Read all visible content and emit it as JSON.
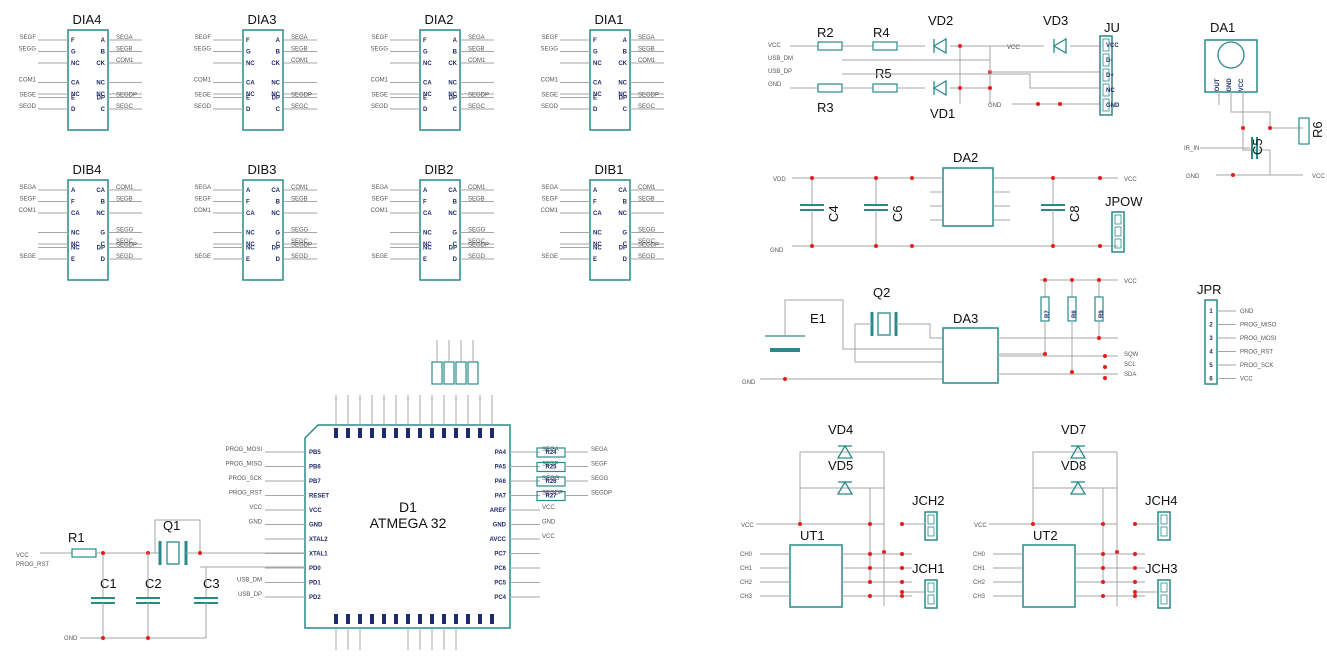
{
  "colors": {
    "part": "#2a8a8a",
    "wire": "#a6a6a6",
    "junction": "#e81c1c",
    "text": "#111111"
  },
  "displays_top": {
    "parts": [
      "DIA4",
      "DIA3",
      "DIA2",
      "DIA1"
    ],
    "left_nets": [
      "SEGF",
      "SEGG",
      "",
      "COM1",
      "",
      "SEGE",
      "SEGD"
    ],
    "right_nets": [
      "SEGA",
      "SEGB",
      "COM1",
      "",
      "",
      "SEGDP",
      "SEGC"
    ],
    "pins_left": [
      "F",
      "G",
      "NC",
      "CA",
      "NC",
      "E",
      "D"
    ],
    "pins_right": [
      "A",
      "B",
      "CK",
      "NC",
      "NC",
      "DP",
      "C"
    ]
  },
  "displays_bottom": {
    "parts": [
      "DIB4",
      "DIB3",
      "DIB2",
      "DIB1"
    ],
    "left_nets": [
      "SEGA",
      "SEGF",
      "COM1",
      "",
      "",
      "",
      "SEGE"
    ],
    "right_nets": [
      "COM1",
      "SEGB",
      "",
      "SEGG",
      "SEGC",
      "SEGDP",
      "SEGD"
    ],
    "pins_left": [
      "A",
      "F",
      "CA",
      "NC",
      "NC",
      "NC",
      "E"
    ],
    "pins_right": [
      "CA",
      "B",
      "NC",
      "G",
      "C",
      "DP",
      "D"
    ]
  },
  "mcu": {
    "ref": "D1",
    "name": "ATMEGA 32",
    "left_pins": [
      "PB5",
      "PB6",
      "PB7",
      "RESET",
      "VCC",
      "GND",
      "XTAL2",
      "XTAL1",
      "PD0",
      "PD1",
      "PD2"
    ],
    "left_nets": [
      "PROG_MOSI",
      "PROG_MISO",
      "PROG_SCK",
      "PROG_RST",
      "VCC",
      "GND",
      "",
      "",
      "",
      "USB_DM",
      "USB_DP"
    ],
    "right_pins": [
      "PA4",
      "PA5",
      "PA6",
      "PA7",
      "AREF",
      "GND",
      "AVCC",
      "PC7",
      "PC6",
      "PC5",
      "PC4"
    ],
    "right_nets": [
      "SEGA",
      "SEGF",
      "SEGG",
      "SEGDP",
      "VCC",
      "GND",
      "VCC",
      "",
      "",
      "",
      ""
    ],
    "resistor_labels": [
      "R24",
      "R25",
      "R26",
      "R27"
    ]
  },
  "crystal_section": {
    "r1": "R1",
    "q1": "Q1",
    "caps": [
      "C1",
      "C2",
      "C3"
    ],
    "vcc": "VCC",
    "prog": "PROG_RST",
    "gnd": "GND"
  },
  "usb_section": {
    "parts": [
      "R2",
      "R4",
      "VD2",
      "VD3",
      "JU",
      "R3",
      "R5",
      "VD1"
    ],
    "left_nets": [
      "VCC",
      "USB_DM",
      "USB_DP",
      "GND"
    ],
    "ju_pins": [
      "VCC",
      "D-",
      "D+",
      "NC",
      "GND"
    ],
    "mid_net": "VCC",
    "gnd": "GND"
  },
  "sensor": {
    "ref": "DA1",
    "r6": "R6",
    "c5": "C5",
    "left_net": "IR_IN",
    "gnd": "GND",
    "vcc": "VCC",
    "pins": [
      "OUT",
      "GND",
      "VCC"
    ]
  },
  "power": {
    "da2": "DA2",
    "caps": [
      "C4",
      "C6",
      "C8"
    ],
    "jpow": "JPOW",
    "vdd": "VDD",
    "vcc": "VCC",
    "gnd": "GND"
  },
  "rtc": {
    "e1": "E1",
    "q2": "Q2",
    "da3": "DA3",
    "resistors": [
      "R7",
      "R8",
      "R9"
    ],
    "vcc": "VCC",
    "nets": [
      "SQW",
      "SCL",
      "SDA"
    ],
    "gnd": "GND"
  },
  "jpr": {
    "ref": "JPR",
    "nums": [
      "1",
      "2",
      "3",
      "4",
      "5",
      "6"
    ],
    "nets": [
      "GND",
      "PROG_MISO",
      "PROG_MOSI",
      "PROG_RST",
      "PROG_SCK",
      "VCC"
    ]
  },
  "outputs": {
    "diodes_left": [
      "VD4",
      "VD5"
    ],
    "diodes_right": [
      "VD7",
      "VD8"
    ],
    "opto_left": "UT1",
    "opto_right": "UT2",
    "jacks_left": [
      "JCH2",
      "JCH1"
    ],
    "jacks_right": [
      "JCH4",
      "JCH3"
    ],
    "vcc": "VCC",
    "nets_left": [
      "CH0",
      "CH1",
      "CH2",
      "CH3"
    ],
    "nets_right": [
      "CH0",
      "CH1",
      "CH2",
      "CH3"
    ]
  }
}
